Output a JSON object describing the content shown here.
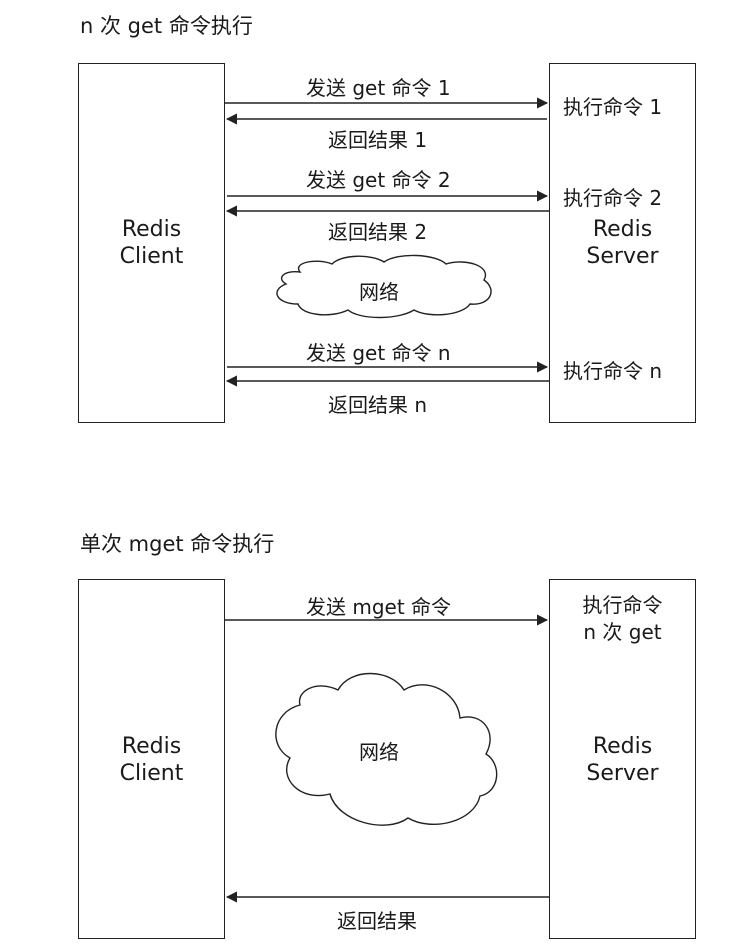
{
  "top": {
    "title": "n 次 get 命令执行",
    "client": {
      "line1": "Redis",
      "line2": "Client"
    },
    "server": {
      "line1": "Redis",
      "line2": "Server"
    },
    "cloud_label": "网络",
    "send1": "发送 get 命令 1",
    "recv1": "返回结果 1",
    "exec1": "执行命令 1",
    "send2": "发送 get 命令 2",
    "recv2": "返回结果 2",
    "exec2": "执行命令 2",
    "sendn": "发送 get 命令 n",
    "recvn": "返回结果 n",
    "execn": "执行命令 n"
  },
  "bottom": {
    "title": "单次 mget 命令执行",
    "client": {
      "line1": "Redis",
      "line2": "Client"
    },
    "server": {
      "line1": "Redis",
      "line2": "Server"
    },
    "cloud_label": "网络",
    "send": "发送 mget 命令",
    "exec_line1": "执行命令",
    "exec_line2": "n 次 get",
    "recv": "返回结果"
  }
}
